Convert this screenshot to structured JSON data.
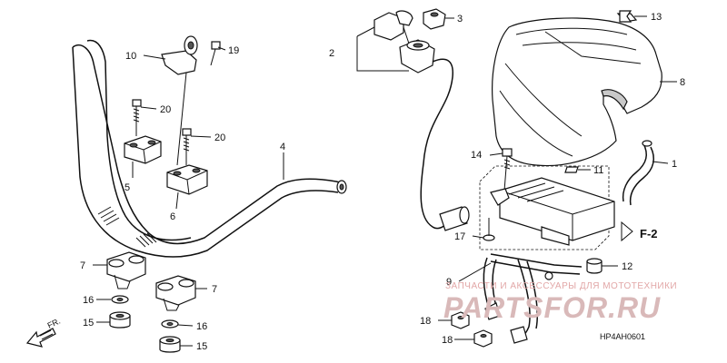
{
  "diagram": {
    "callouts": {
      "c1": "1",
      "c2": "2",
      "c3": "3",
      "c4": "4",
      "c5": "5",
      "c6": "6",
      "c7a": "7",
      "c7b": "7",
      "c8": "8",
      "c9": "9",
      "c10": "10",
      "c11": "11",
      "c12": "12",
      "c13": "13",
      "c14": "14",
      "c15a": "15",
      "c15b": "15",
      "c16a": "16",
      "c16b": "16",
      "c17": "17",
      "c18a": "18",
      "c18b": "18",
      "c19": "19",
      "c20a": "20",
      "c20b": "20"
    },
    "reference_label": "F-2",
    "direction_label": "FR.",
    "code": "HP4AH0601"
  },
  "watermark": {
    "top_line": "ЗАПЧАСТИ И АКСЕССУАРЫ ДЛЯ МОТОТЕХНИКИ",
    "brand": "PARTSFOR.RU"
  }
}
